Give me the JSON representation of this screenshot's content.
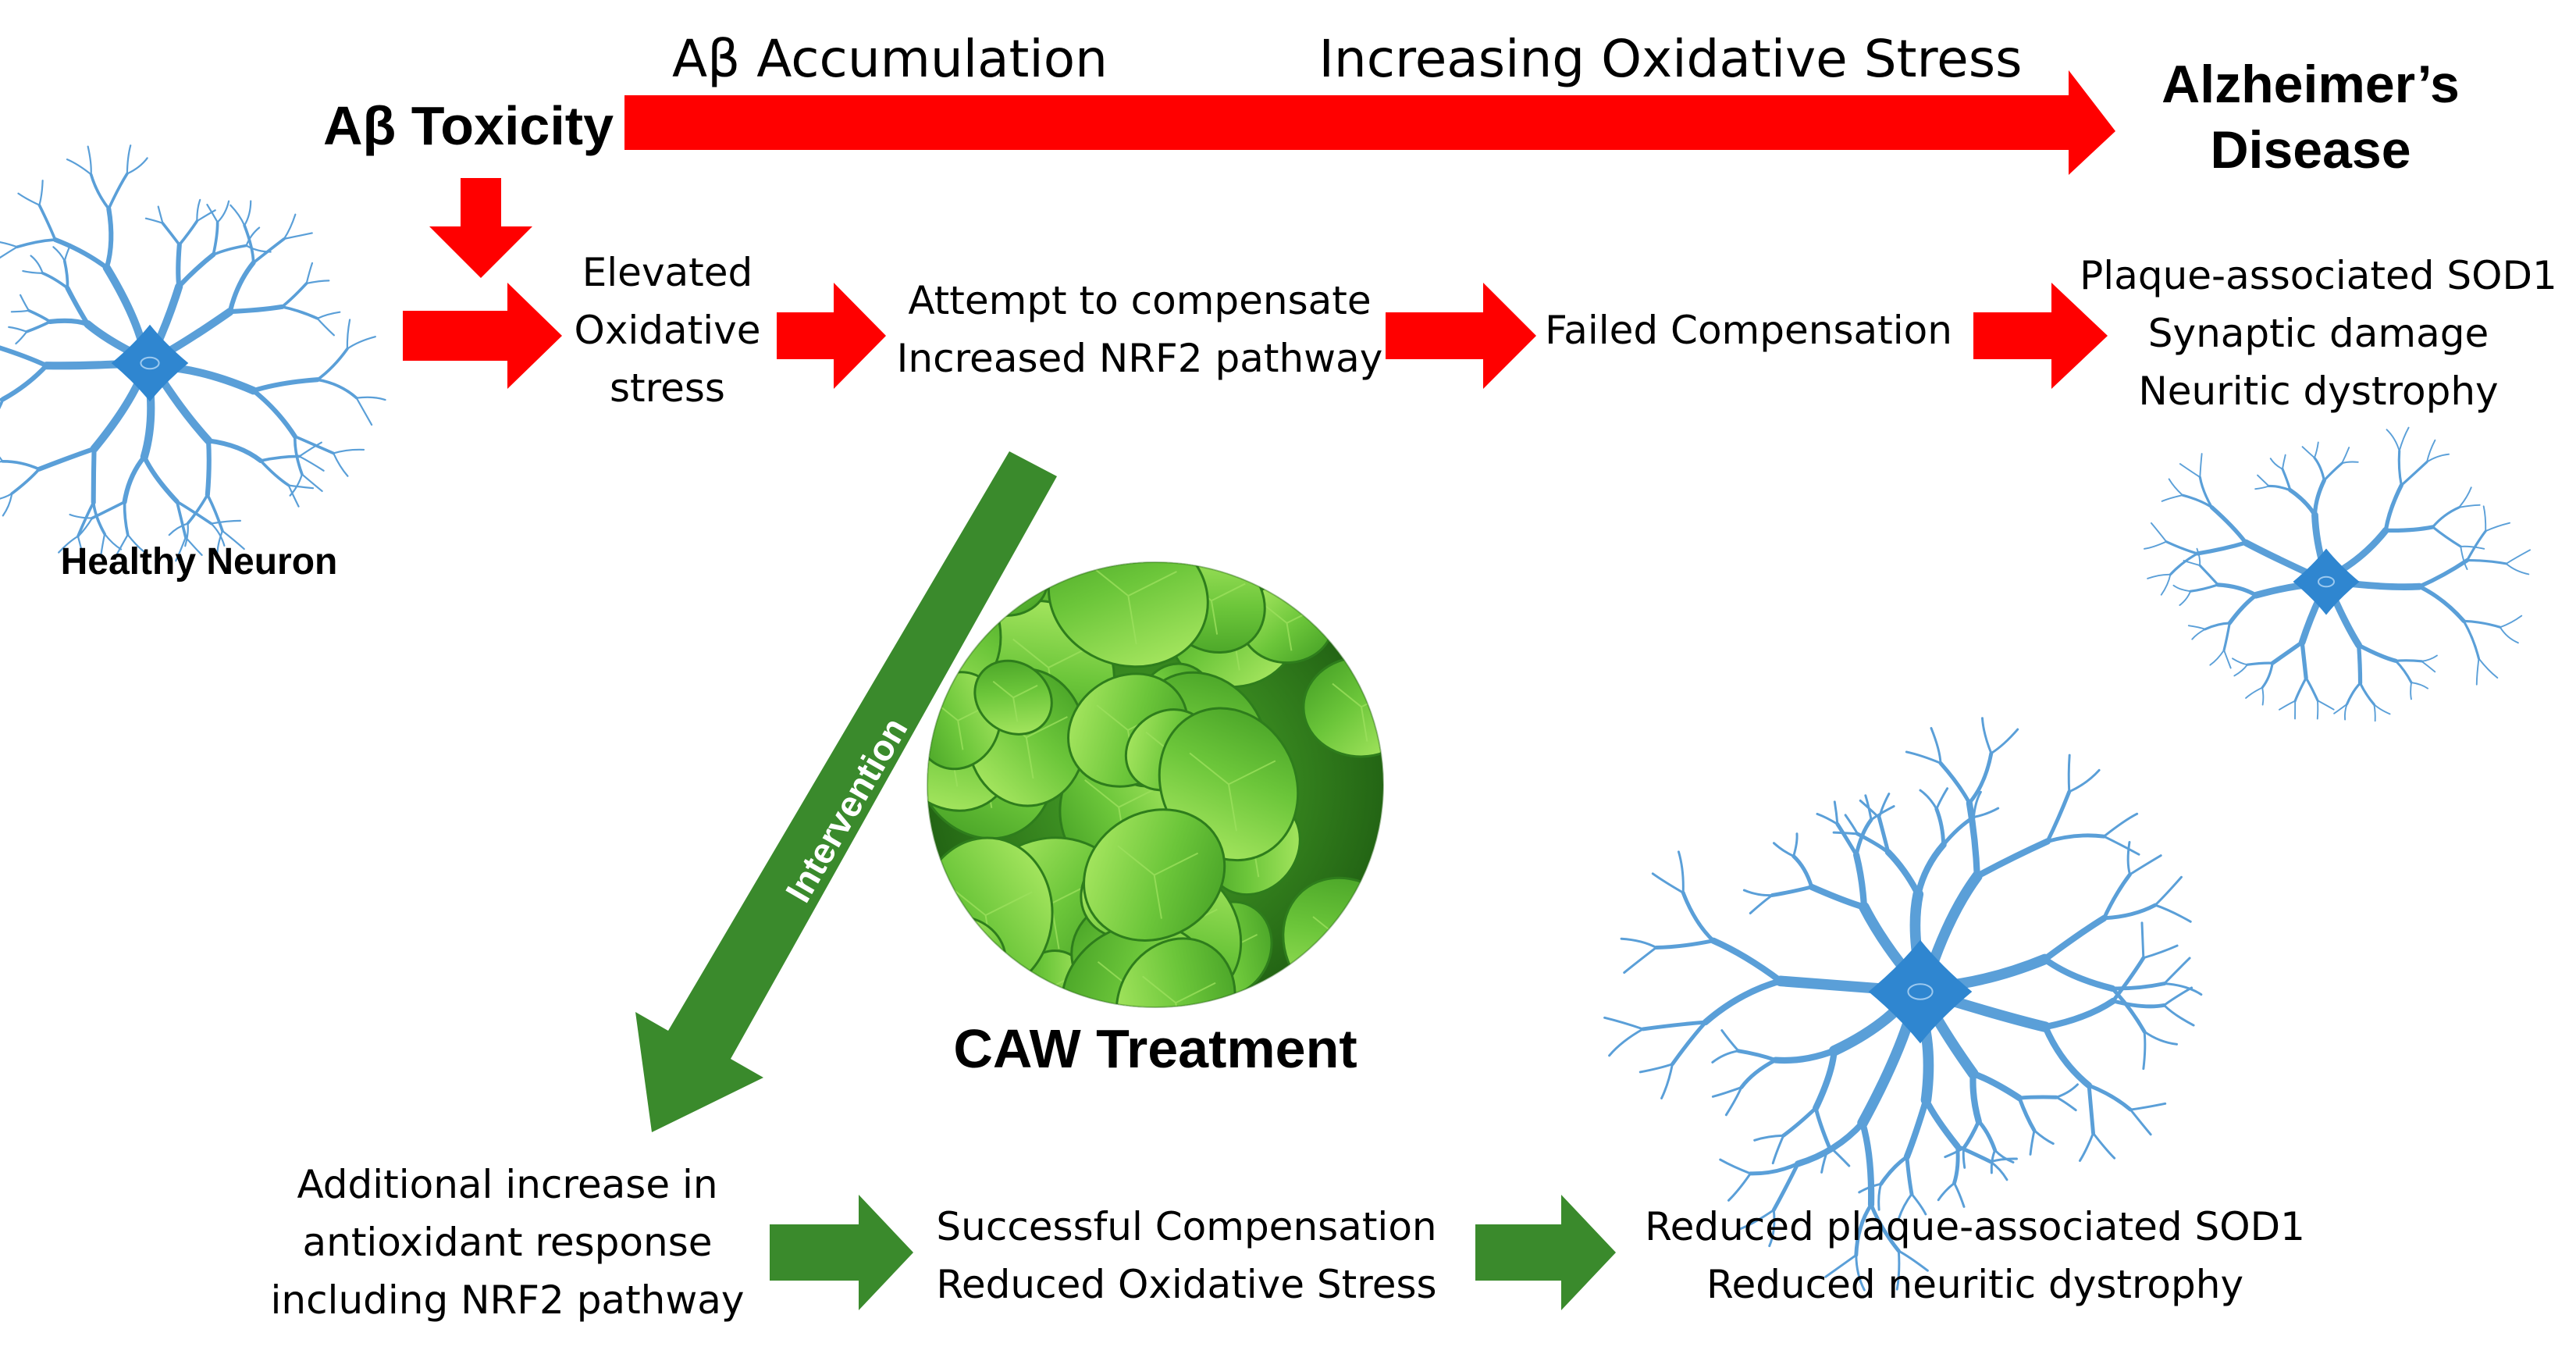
{
  "colors": {
    "red_arrow": "#ff0000",
    "green_arrow": "#3a8a2c",
    "neuron": "#5a9fd8",
    "neuron_body": "#2f86d0",
    "leaf_light": "#7fd64a",
    "leaf_dark": "#2e7d1c"
  },
  "header": {
    "abeta_toxicity": "Aβ Toxicity",
    "abeta_accumulation": "Aβ Accumulation",
    "increasing_oxidative_stress": "Increasing Oxidative Stress",
    "alzheimers_disease": "Alzheimer’s\nDisease"
  },
  "neurons": {
    "healthy_label": "Healthy Neuron"
  },
  "disease_path": {
    "step1": "Elevated\nOxidative\nstress",
    "step2": "Attempt to compensate\nIncreased NRF2 pathway",
    "step3": "Failed Compensation",
    "step4": "Plaque-associated SOD1\nSynaptic damage\nNeuritic dystrophy"
  },
  "intervention": {
    "arrow_label": "Intervention",
    "treatment_label": "CAW Treatment",
    "treatment_image": "centella-leaves"
  },
  "treatment_path": {
    "step1": "Additional increase in\nantioxidant response\nincluding NRF2 pathway",
    "step2": "Successful Compensation\nReduced Oxidative Stress",
    "step3": "Reduced plaque-associated SOD1\nReduced neuritic dystrophy"
  }
}
